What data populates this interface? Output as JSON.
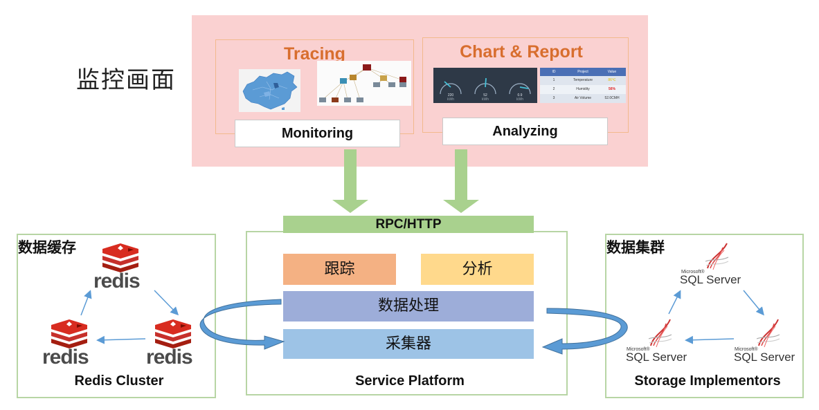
{
  "title": "监控画面",
  "tracing": {
    "heading": "Tracing",
    "button": "Monitoring"
  },
  "chart_report": {
    "heading": "Chart & Report",
    "button": "Analyzing",
    "gauges": [
      {
        "value": "220",
        "unit": "kWh"
      },
      {
        "value": "52",
        "unit": "kWh"
      },
      {
        "value": "0.9",
        "unit": "kWh"
      }
    ],
    "table": {
      "headers": [
        "ID",
        "Project",
        "Value"
      ],
      "rows": [
        [
          "1",
          "Temperature",
          "86℃"
        ],
        [
          "2",
          "Humidity",
          "56%"
        ],
        [
          "3",
          "Air Volume",
          "52.0CMH"
        ]
      ]
    }
  },
  "service": {
    "protocol": "RPC/HTTP",
    "tracking": "跟踪",
    "analysis": "分析",
    "processing": "数据处理",
    "collector": "采集器",
    "caption": "Service Platform"
  },
  "cache": {
    "label": "数据缓存",
    "node_label": "redis",
    "caption": "Redis Cluster"
  },
  "storage": {
    "label": "数据集群",
    "vendor": "Microsoft®",
    "product": "SQL Server",
    "caption": "Storage Implementors"
  },
  "colors": {
    "top_panel": "#fad1d1",
    "heading_orange": "#d86e2e",
    "green_arrow": "#a9d18e",
    "tracking_bar": "#f4b183",
    "analysis_bar": "#ffd98c",
    "processing_bar": "#9dadd9",
    "collector_bar": "#9dc3e6",
    "panel_border": "#b7d5a4",
    "redis_red": "#d82c20",
    "flow_arrow": "#5b9bd5"
  }
}
